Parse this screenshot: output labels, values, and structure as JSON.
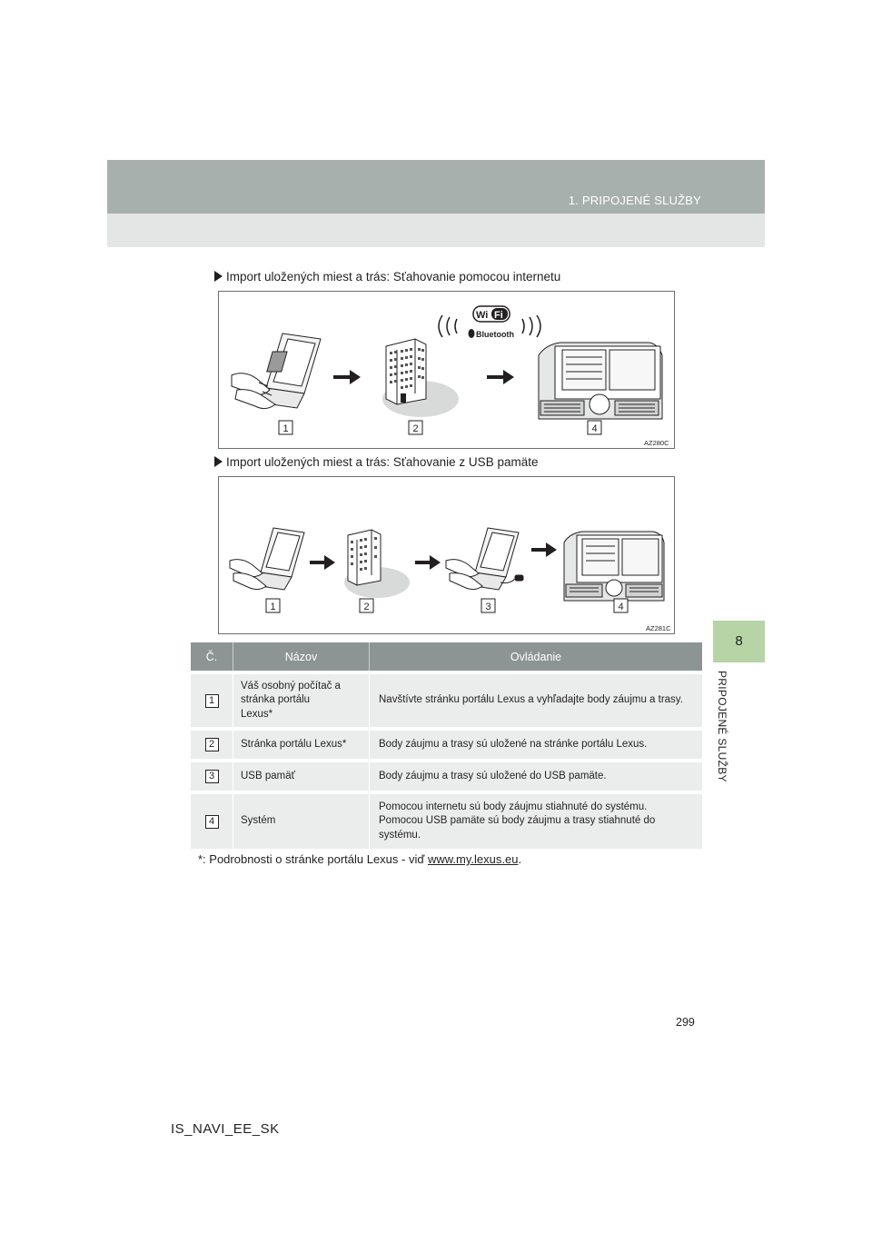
{
  "header": {
    "title": "1. PRIPOJENÉ SLUŽBY"
  },
  "side_tab": {
    "number": "8",
    "label": "PRIPOJENÉ SLUŽBY"
  },
  "sections": [
    {
      "heading": "Import uložených miest a trás: Sťahovanie pomocou internetu"
    },
    {
      "heading": "Import uložených miest a trás: Sťahovanie z USB pamäte"
    }
  ],
  "figures": [
    {
      "code": "AZ280C",
      "labels": [
        "1",
        "2",
        "4"
      ],
      "icons": [
        "laptop-icon",
        "arrow-right-icon",
        "server-building-icon",
        "wifi-logo",
        "bluetooth-logo",
        "car-display-icon"
      ],
      "wifi_text": {
        "left": "Wi",
        "right": "Fi"
      },
      "bluetooth_text": "Bluetooth"
    },
    {
      "code": "AZ281C",
      "labels": [
        "1",
        "2",
        "3",
        "4"
      ],
      "icons": [
        "laptop-icon",
        "arrow-right-icon",
        "server-building-icon",
        "laptop-usb-icon",
        "car-display-icon"
      ]
    }
  ],
  "table": {
    "headers": [
      "Č.",
      "Názov",
      "Ovládanie"
    ],
    "rows": [
      {
        "num": "1",
        "name": "Váš osobný počítač a stránka portálu Lexus*",
        "action": "Navštívte stránku portálu Lexus a vyhľadajte body záujmu a trasy."
      },
      {
        "num": "2",
        "name": "Stránka portálu Lexus*",
        "action": "Body záujmu a trasy sú uložené na stránke portálu Lexus."
      },
      {
        "num": "3",
        "name": "USB pamäť",
        "action": "Body záujmu a trasy sú uložené do USB pamäte."
      },
      {
        "num": "4",
        "name": "Systém",
        "action": "Pomocou internetu sú body záujmu stiahnuté do systému. Pomocou USB pamäte sú body záujmu a trasy stiahnuté do systému."
      }
    ]
  },
  "footnote": {
    "text": "*: Podrobnosti o stránke portálu Lexus - viď ",
    "link": "www.my.lexus.eu",
    "end": "."
  },
  "page_number": "299",
  "doc_code": "IS_NAVI_EE_SK"
}
